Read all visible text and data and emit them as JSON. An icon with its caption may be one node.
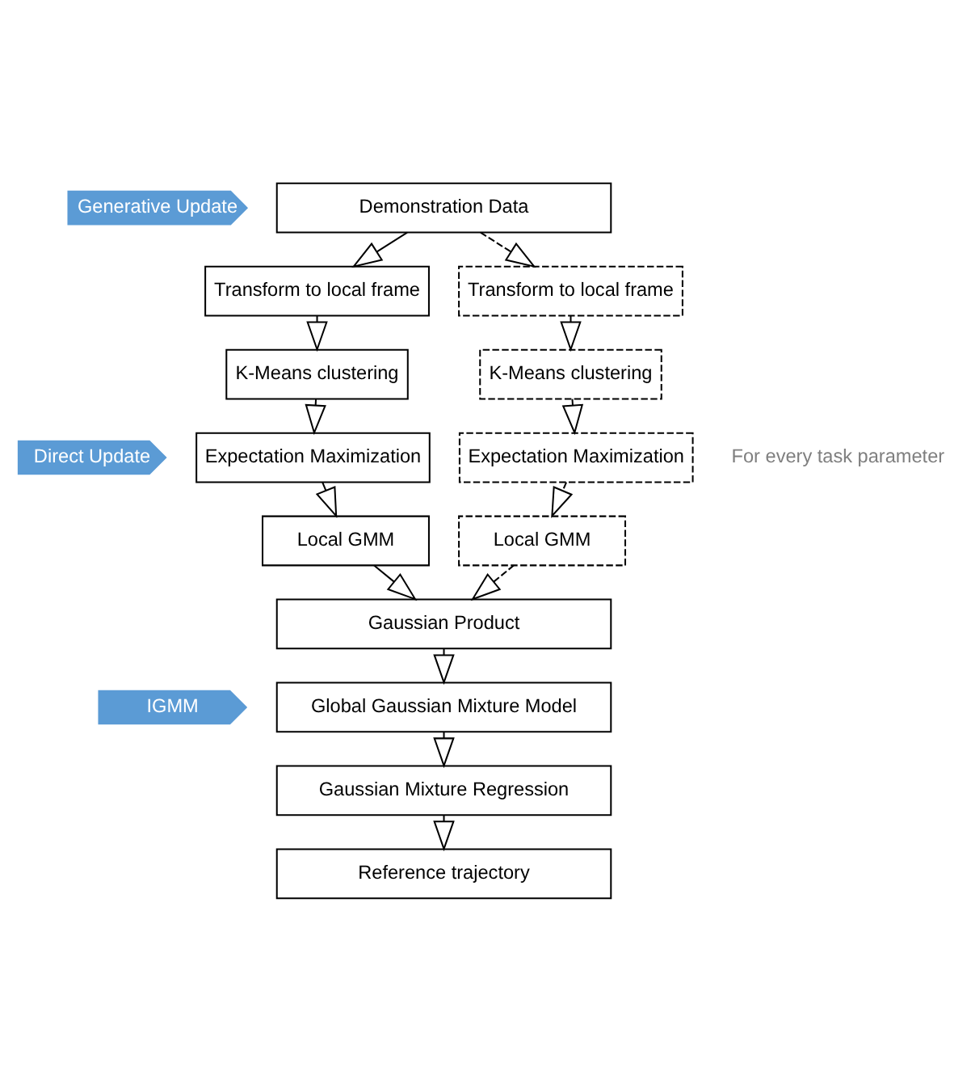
{
  "diagram": {
    "nodes": [
      {
        "text": [
          "Generative Update"
        ]
      },
      {
        "text": [
          "Demonstration Data"
        ]
      },
      {
        "text": [
          "Transform to local frame"
        ]
      },
      {
        "text": [
          "Transform to local frame"
        ]
      },
      {
        "text": [
          "K-Means clustering"
        ]
      },
      {
        "text": [
          "K-Means clustering"
        ]
      },
      {
        "text": [
          "Direct Update"
        ]
      },
      {
        "text": [
          "Expectation Maximization"
        ]
      },
      {
        "text": [
          "Expectation Maximization"
        ]
      },
      {
        "text": [
          "Local GMM"
        ]
      },
      {
        "text": [
          "Local GMM"
        ]
      },
      {
        "text": [
          "Gaussian Product"
        ]
      },
      {
        "text": [
          "IGMM"
        ]
      },
      {
        "text": [
          "Global Gaussian Mixture Model"
        ]
      },
      {
        "text": [
          "Gaussian Mixture Regression"
        ]
      },
      {
        "text": [
          "Reference trajectory"
        ]
      }
    ],
    "edges": [
      {
        "from": 1,
        "to": 2,
        "arrow": "to"
      },
      {
        "from": 1,
        "to": 3,
        "arrow": "to",
        "style": "dashed"
      },
      {
        "from": 2,
        "to": 4,
        "arrow": "to"
      },
      {
        "from": 3,
        "to": 5,
        "arrow": "to",
        "style": "dashed"
      },
      {
        "from": 4,
        "to": 7,
        "arrow": "to"
      },
      {
        "from": 5,
        "to": 8,
        "arrow": "to",
        "style": "dashed"
      },
      {
        "from": 7,
        "to": 9,
        "arrow": "to"
      },
      {
        "from": 8,
        "to": 10,
        "arrow": "to",
        "style": "dashed"
      },
      {
        "from": 9,
        "to": 11,
        "arrow": "to"
      },
      {
        "from": 10,
        "to": 11,
        "arrow": "to",
        "style": "dashed"
      },
      {
        "from": 11,
        "to": 13,
        "arrow": "to"
      },
      {
        "from": 13,
        "to": 14,
        "arrow": "to"
      },
      {
        "from": 14,
        "to": 15,
        "arrow": "to"
      }
    ],
    "labels": [
      "For every task parameter"
    ]
  }
}
